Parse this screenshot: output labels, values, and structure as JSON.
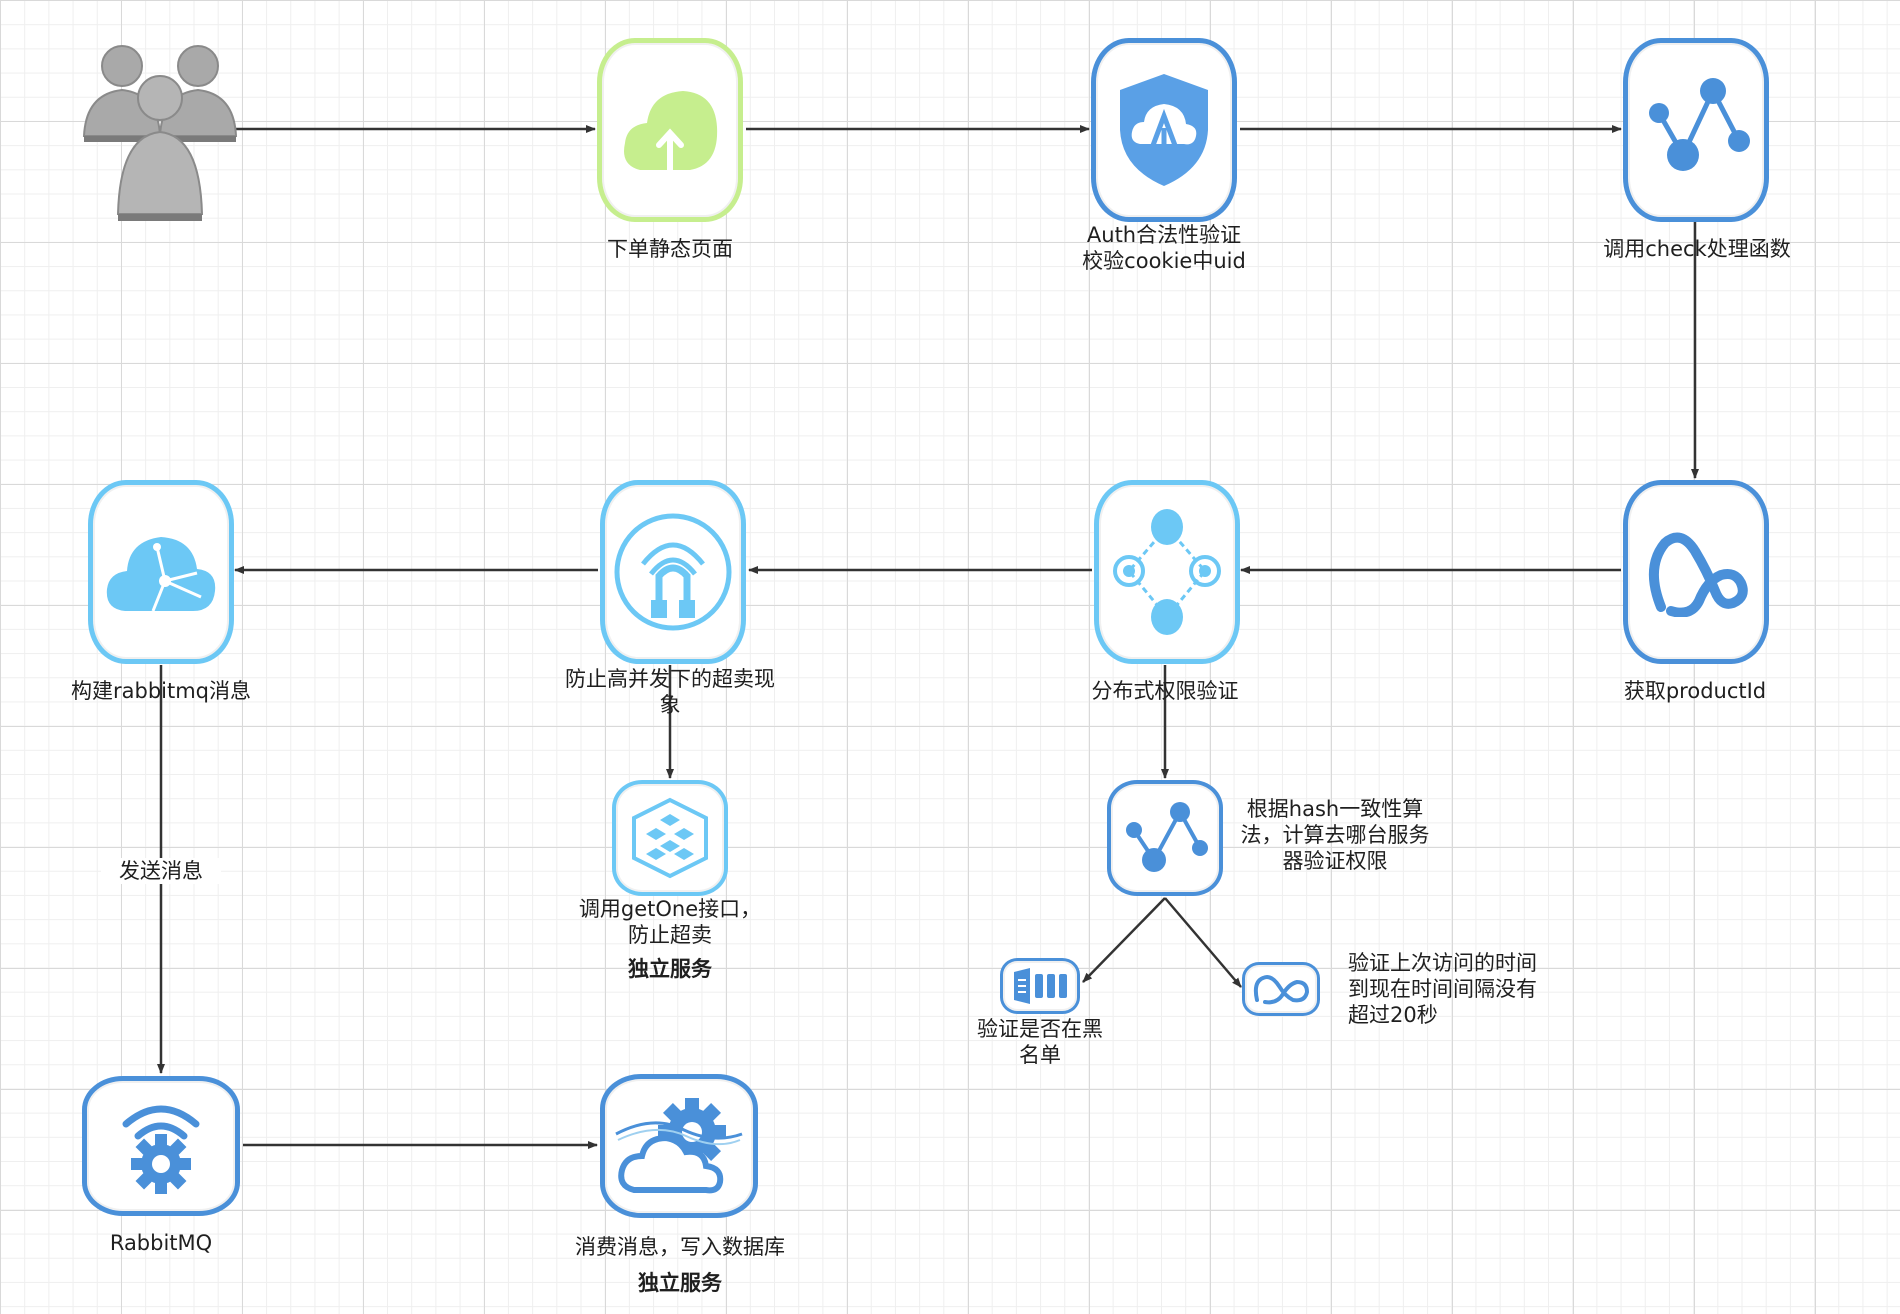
{
  "nodes": {
    "users": {
      "label": ""
    },
    "order_page": {
      "label": "下单静态页面"
    },
    "auth": {
      "label": "Auth合法性验证\n校验cookie中uid"
    },
    "check": {
      "label": "调用check处理函数"
    },
    "productid": {
      "label": "获取productId"
    },
    "dist_auth": {
      "label": "分布式权限验证"
    },
    "oversell": {
      "label": "防止高并发下的超卖现\n象"
    },
    "rabbit_msg": {
      "label": "构建rabbitmq消息"
    },
    "hash": {
      "label": "根据hash一致性算\n法，计算去哪台服务\n器验证权限"
    },
    "getone": {
      "label": "调用getOne接口，\n防止超卖",
      "note": "独立服务"
    },
    "blacklist": {
      "label": "验证是否在黑\n名单"
    },
    "last_visit": {
      "label": "验证上次访问的时间\n到现在时间间隔没有\n超过20秒"
    },
    "rabbitmq": {
      "label": "RabbitMQ"
    },
    "consume": {
      "label": "消费消息，写入数据库",
      "note": "独立服务"
    }
  },
  "edges": {
    "send_message": {
      "label": "发送消息"
    }
  },
  "colors": {
    "dark_blue": "#4a90d9",
    "light_blue": "#6cc8f5",
    "green": "#c6ee8e",
    "gray": "#9a9a9a",
    "arrow": "#333333"
  },
  "icons": {
    "users": "users-group-icon",
    "order_page": "cloud-upload-icon",
    "auth": "shield-cloud-icon",
    "check": "network-nodes-icon",
    "productid": "infinity-loop-icon",
    "dist_auth": "distributed-nodes-icon",
    "oversell": "signal-lock-icon",
    "rabbit_msg": "cloud-network-icon",
    "hash": "network-nodes-icon",
    "getone": "cube-cluster-icon",
    "blacklist": "bars-list-icon",
    "last_visit": "infinity-loop-icon",
    "rabbitmq": "wifi-gear-icon",
    "consume": "gear-cloud-icon"
  }
}
